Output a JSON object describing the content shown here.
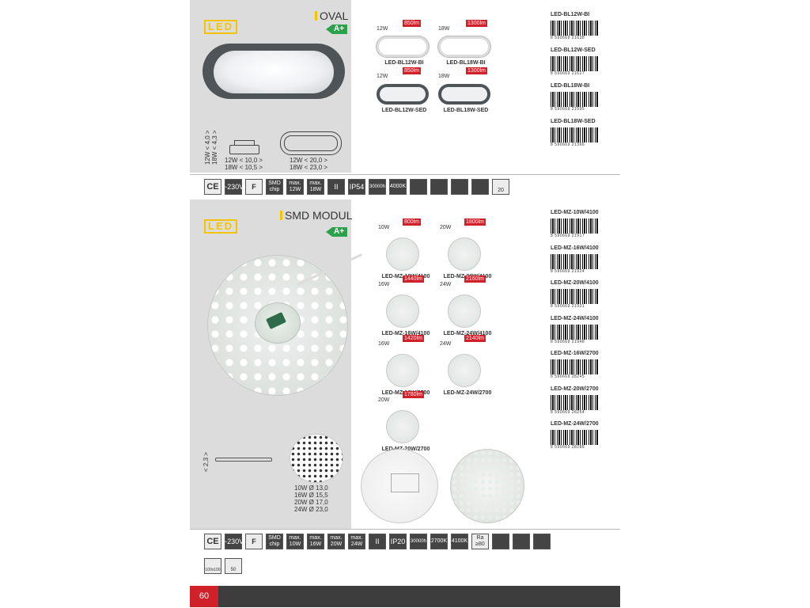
{
  "section_oval": {
    "brand": "LED",
    "title": "OVAL",
    "energy": "A+",
    "products": [
      {
        "watt": "12W",
        "lumen": "850lm",
        "code": "LED-BL12W-BI"
      },
      {
        "watt": "18W",
        "lumen": "1300lm",
        "code": "LED-BL18W-BI"
      },
      {
        "watt": "12W",
        "lumen": "850lm",
        "code": "LED-BL12W-SED"
      },
      {
        "watt": "18W",
        "lumen": "1300lm",
        "code": "LED-BL18W-SED"
      }
    ],
    "dims_side": [
      "12W < 4,0 >",
      "18W < 4,3 >"
    ],
    "dims_a": [
      "12W < 10,0 >",
      "18W < 10,5 >"
    ],
    "dims_b": [
      "12W < 20,0 >",
      "18W < 23,0 >"
    ],
    "barcodes": [
      {
        "code": "LED-BL12W-BI",
        "number": "8 590669 21638"
      },
      {
        "code": "LED-BL12W-SED",
        "number": "8 590669 21627"
      },
      {
        "code": "LED-BL18W-BI",
        "number": "8 590669 21595"
      },
      {
        "code": "LED-BL18W-SED",
        "number": "8 590669 21366"
      }
    ],
    "icons": [
      "CE",
      "~230V",
      "F",
      "SMD chip",
      "max. 12W",
      "max. 18W",
      "II",
      "IP54",
      "30000h",
      "4000K",
      "",
      "",
      "",
      "",
      "20"
    ]
  },
  "section_smd": {
    "brand": "LED",
    "title": "SMD MODUL",
    "energy": "A+",
    "products": [
      {
        "watt": "10W",
        "lumen": "800lm",
        "code": "LED-MZ-10W/4100"
      },
      {
        "watt": "20W",
        "lumen": "1800lm",
        "code": "LED-MZ-20W/4100"
      },
      {
        "watt": "16W",
        "lumen": "1440lm",
        "code": "LED-MZ-16W/4100"
      },
      {
        "watt": "24W",
        "lumen": "2160lm",
        "code": "LED-MZ-24W/4100"
      },
      {
        "watt": "16W",
        "lumen": "1420lm",
        "code": "LED-MZ-16W/2700"
      },
      {
        "watt": "24W",
        "lumen": "2140lm",
        "code": "LED-MZ-24W/2700"
      },
      {
        "watt": "20W",
        "lumen": "1780lm",
        "code": "LED-MZ-20W/2700"
      }
    ],
    "dim_height": "< 2,3 >",
    "diameters": [
      "10W  Ø 13,0",
      "16W  Ø 15,5",
      "20W  Ø 17,0",
      "24W  Ø 23,0"
    ],
    "barcodes": [
      {
        "code": "LED-MZ-10W/4100",
        "number": "8 590669 21917"
      },
      {
        "code": "LED-MZ-16W/4100",
        "number": "8 590669 21924"
      },
      {
        "code": "LED-MZ-20W/4100",
        "number": "8 590669 21931"
      },
      {
        "code": "LED-MZ-24W/4100",
        "number": "8 590669 21948"
      },
      {
        "code": "LED-MZ-16W/2700",
        "number": "8 590669 28245"
      },
      {
        "code": "LED-MZ-20W/2700",
        "number": "8 590669 28264"
      },
      {
        "code": "LED-MZ-24W/2700",
        "number": "8 590669 28288"
      }
    ],
    "icons": [
      "CE",
      "~230V",
      "F",
      "SMD chip",
      "max. 10W",
      "max. 16W",
      "max. 20W",
      "max. 24W",
      "II",
      "IP20",
      "30000h",
      "2700K",
      "4100K",
      "Ra ≥80",
      "",
      "",
      ""
    ],
    "icons_row2": [
      "100x100",
      "50"
    ]
  },
  "footer": {
    "page_number": "60"
  }
}
